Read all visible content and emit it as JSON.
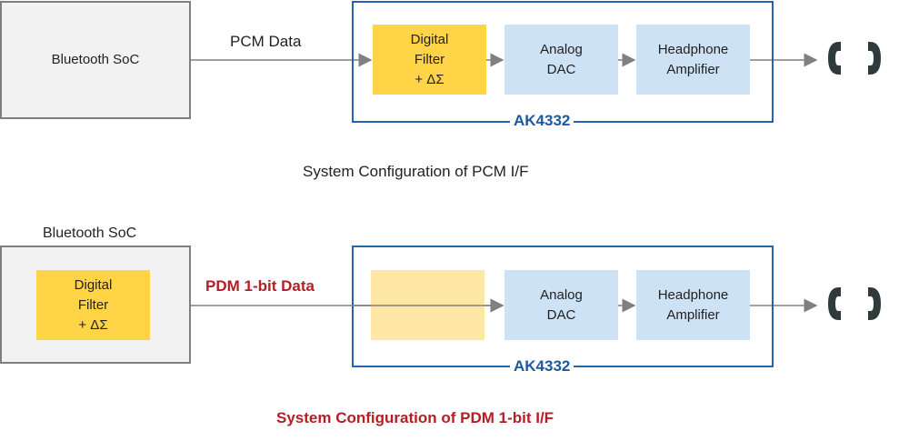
{
  "top": {
    "soc_label": "Bluetooth SoC",
    "data_label": "PCM Data",
    "digital_filter": "Digital\nFilter\n+ ΔΣ",
    "analog_dac": "Analog\nDAC",
    "headphone_amp": "Headphone\nAmplifier",
    "chip_label": "AK4332",
    "caption": "System Configuration of PCM I/F"
  },
  "bottom": {
    "soc_label": "Bluetooth SoC",
    "digital_filter": "Digital\nFilter\n+ ΔΣ",
    "data_label": "PDM 1-bit Data",
    "analog_dac": "Analog\nDAC",
    "headphone_amp": "Headphone\nAmplifier",
    "chip_label": "AK4332",
    "caption": "System Configuration of PDM 1-bit I/F"
  },
  "icons": [
    "headphone-icon"
  ],
  "colors": {
    "chip_border": "#2464a8",
    "filter_yellow": "#ffd447",
    "filter_faded": "#ffe8a6",
    "block_blue": "#cde2f5",
    "soc_gray": "#f2f2f2",
    "emphasis_red": "#b21f24"
  }
}
